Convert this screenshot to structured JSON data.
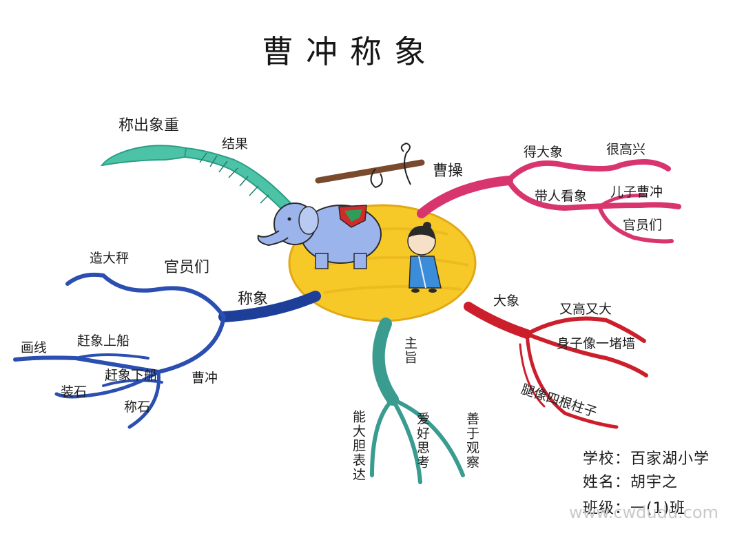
{
  "title": "曹冲称象",
  "branches": {
    "result": {
      "label": "结果",
      "detail": "称出象重",
      "color": "#3fbfa4"
    },
    "caocao": {
      "label": "曹操",
      "sub1": "得大象",
      "sub1_detail": "很高兴",
      "sub2": "带人看象",
      "sub2_a": "儿子曹冲",
      "sub2_b": "官员们",
      "color": "#d8356f"
    },
    "elephant": {
      "label": "大象",
      "sub1": "又高又大",
      "sub2": "身子像一堵墙",
      "sub3": "腿像四根柱子",
      "color": "#cc1f2b"
    },
    "theme": {
      "label": "主旨",
      "sub1": "能大胆表达",
      "sub2": "爱好思考",
      "sub3": "善于观察",
      "color": "#2e8f86"
    },
    "weigh": {
      "label": "称象",
      "sub1": "官员们",
      "sub1_detail": "造大秤",
      "sub2": "曹冲",
      "step1": "画线",
      "step2": "赶象上船",
      "step3": "装石",
      "step4": "赶象下船",
      "step5": "称石",
      "color": "#1d3f9a"
    }
  },
  "info": {
    "school": "学校：百家湖小学",
    "name": "姓名：胡宇之",
    "class": "班级：一(1)班"
  },
  "watermark": "www.cwdudu.com",
  "icons": [
    "elephant-icon",
    "boy-icon",
    "scale-icon"
  ]
}
